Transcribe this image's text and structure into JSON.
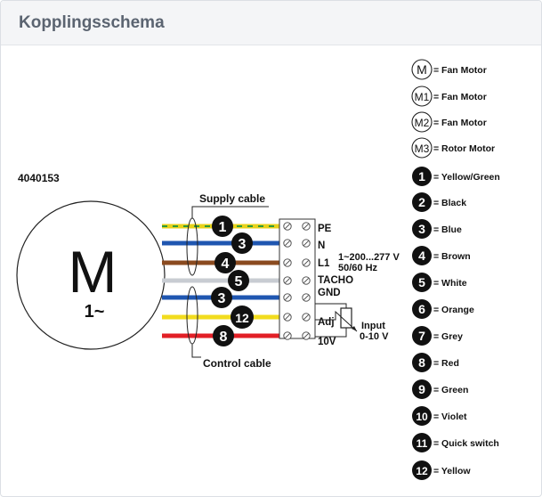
{
  "header": {
    "title": "Kopplingsschema"
  },
  "diagram": {
    "model_number": "4040153",
    "motor": {
      "symbol": "M",
      "phase": "1~"
    },
    "labels": {
      "supply_cable": "Supply cable",
      "control_cable": "Control cable",
      "voltage": "1~200...277 V",
      "frequency": "50/60 Hz",
      "input": "Input",
      "input_range": "0-10 V"
    },
    "wires": [
      {
        "terminal": "1",
        "color": "#e8d21a",
        "stripe": "#2f9a3a",
        "terminal_label": "PE"
      },
      {
        "terminal": "3",
        "color": "#1f56b0",
        "terminal_label": "N"
      },
      {
        "terminal": "4",
        "color": "#8a4a1f",
        "terminal_label": "L1"
      },
      {
        "terminal": "5",
        "color": "#c8ccd2",
        "terminal_label": "TACHO"
      },
      {
        "terminal": "3",
        "color": "#1f56b0",
        "terminal_label": "GND"
      },
      {
        "terminal": "12",
        "color": "#f2dc1e",
        "terminal_label": "Adj"
      },
      {
        "terminal": "8",
        "color": "#e21f26",
        "terminal_label": "10V"
      }
    ],
    "legend": [
      {
        "symbol": "M",
        "style": "outline",
        "text": "= Fan Motor"
      },
      {
        "symbol": "M1",
        "style": "outline",
        "text": "= Fan Motor"
      },
      {
        "symbol": "M2",
        "style": "outline",
        "text": "= Fan Motor"
      },
      {
        "symbol": "M3",
        "style": "outline",
        "text": "= Rotor Motor"
      },
      {
        "symbol": "1",
        "style": "filled",
        "text": "= Yellow/Green"
      },
      {
        "symbol": "2",
        "style": "filled",
        "text": "= Black"
      },
      {
        "symbol": "3",
        "style": "filled",
        "text": "= Blue"
      },
      {
        "symbol": "4",
        "style": "filled",
        "text": "= Brown"
      },
      {
        "symbol": "5",
        "style": "filled",
        "text": "= White"
      },
      {
        "symbol": "6",
        "style": "filled",
        "text": "= Orange"
      },
      {
        "symbol": "7",
        "style": "filled",
        "text": "= Grey"
      },
      {
        "symbol": "8",
        "style": "filled",
        "text": "= Red"
      },
      {
        "symbol": "9",
        "style": "filled",
        "text": "= Green"
      },
      {
        "symbol": "10",
        "style": "filled",
        "text": "= Violet"
      },
      {
        "symbol": "11",
        "style": "filled",
        "text": "= Quick switch"
      },
      {
        "symbol": "12",
        "style": "filled",
        "text": "= Yellow"
      }
    ]
  }
}
